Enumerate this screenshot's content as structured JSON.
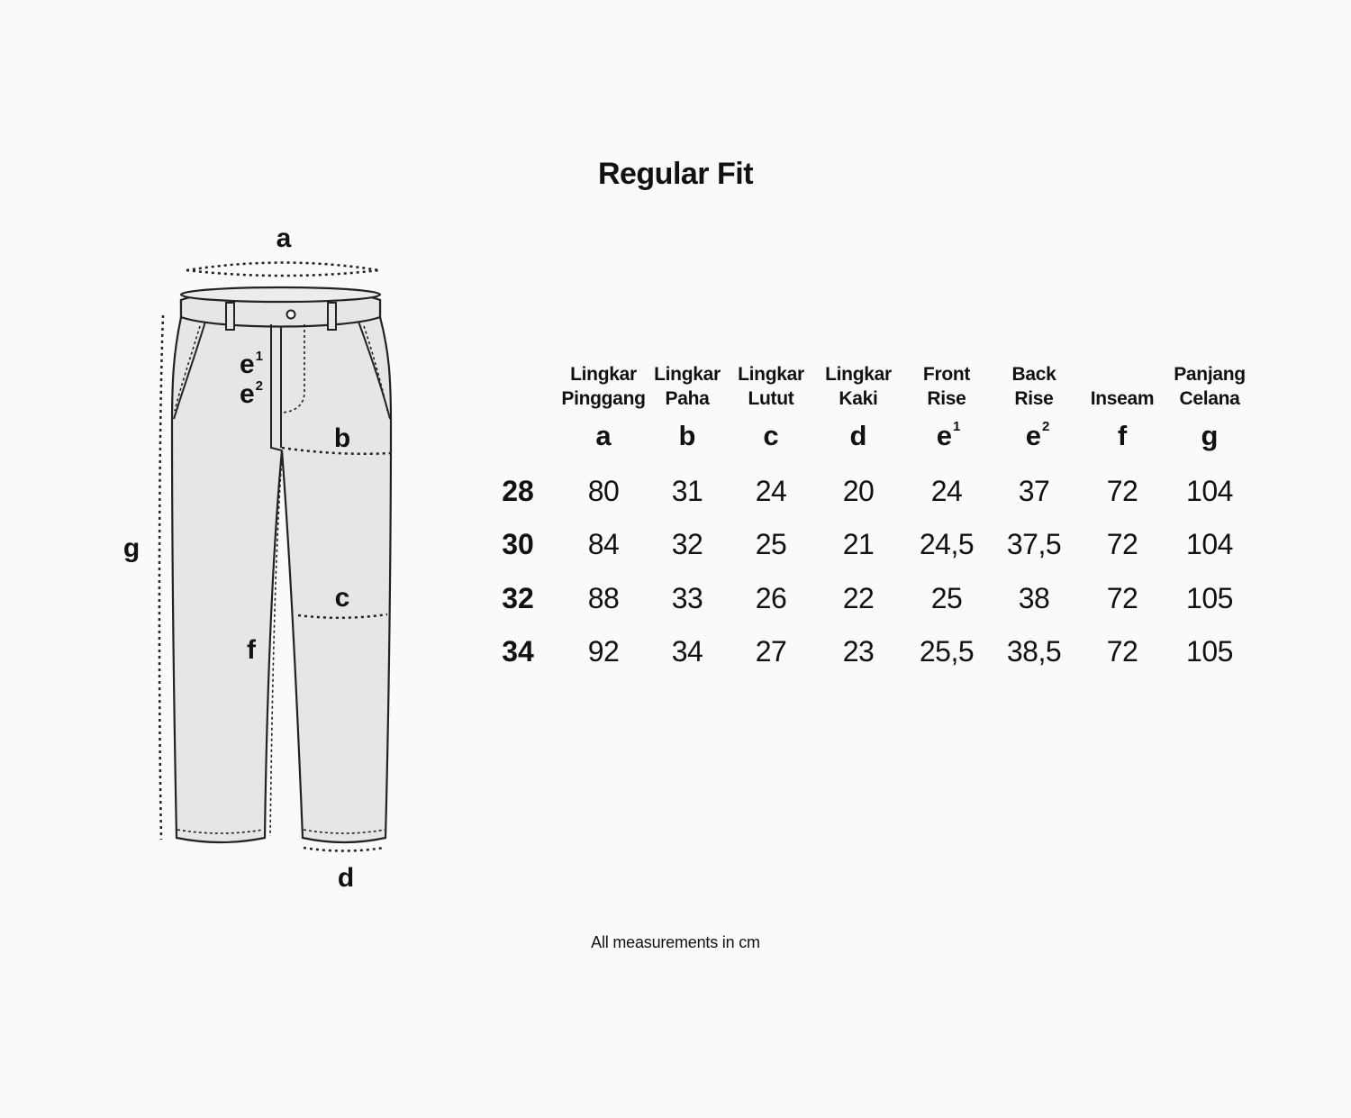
{
  "title": "Regular Fit",
  "diagram": {
    "labels": {
      "a": "a",
      "b": "b",
      "c": "c",
      "d": "d",
      "e": "e",
      "e1_sup": "1",
      "e2_sup": "2",
      "f": "f",
      "g": "g"
    }
  },
  "table": {
    "columns": [
      {
        "line1": "Lingkar",
        "line2": "Pinggang",
        "letter": "a",
        "sup": ""
      },
      {
        "line1": "Lingkar",
        "line2": "Paha",
        "letter": "b",
        "sup": ""
      },
      {
        "line1": "Lingkar",
        "line2": "Lutut",
        "letter": "c",
        "sup": ""
      },
      {
        "line1": "Lingkar",
        "line2": "Kaki",
        "letter": "d",
        "sup": ""
      },
      {
        "line1": "Front",
        "line2": "Rise",
        "letter": "e",
        "sup": "1"
      },
      {
        "line1": "Back",
        "line2": "Rise",
        "letter": "e",
        "sup": "2"
      },
      {
        "line1": "",
        "line2": "Inseam",
        "letter": "f",
        "sup": ""
      },
      {
        "line1": "Panjang",
        "line2": "Celana",
        "letter": "g",
        "sup": ""
      }
    ],
    "rows": [
      {
        "size": "28",
        "values": [
          "80",
          "31",
          "24",
          "20",
          "24",
          "37",
          "72",
          "104"
        ]
      },
      {
        "size": "30",
        "values": [
          "84",
          "32",
          "25",
          "21",
          "24,5",
          "37,5",
          "72",
          "104"
        ]
      },
      {
        "size": "32",
        "values": [
          "88",
          "33",
          "26",
          "22",
          "25",
          "38",
          "72",
          "105"
        ]
      },
      {
        "size": "34",
        "values": [
          "92",
          "34",
          "27",
          "23",
          "25,5",
          "38,5",
          "72",
          "105"
        ]
      }
    ]
  },
  "footnote": "All measurements in cm"
}
